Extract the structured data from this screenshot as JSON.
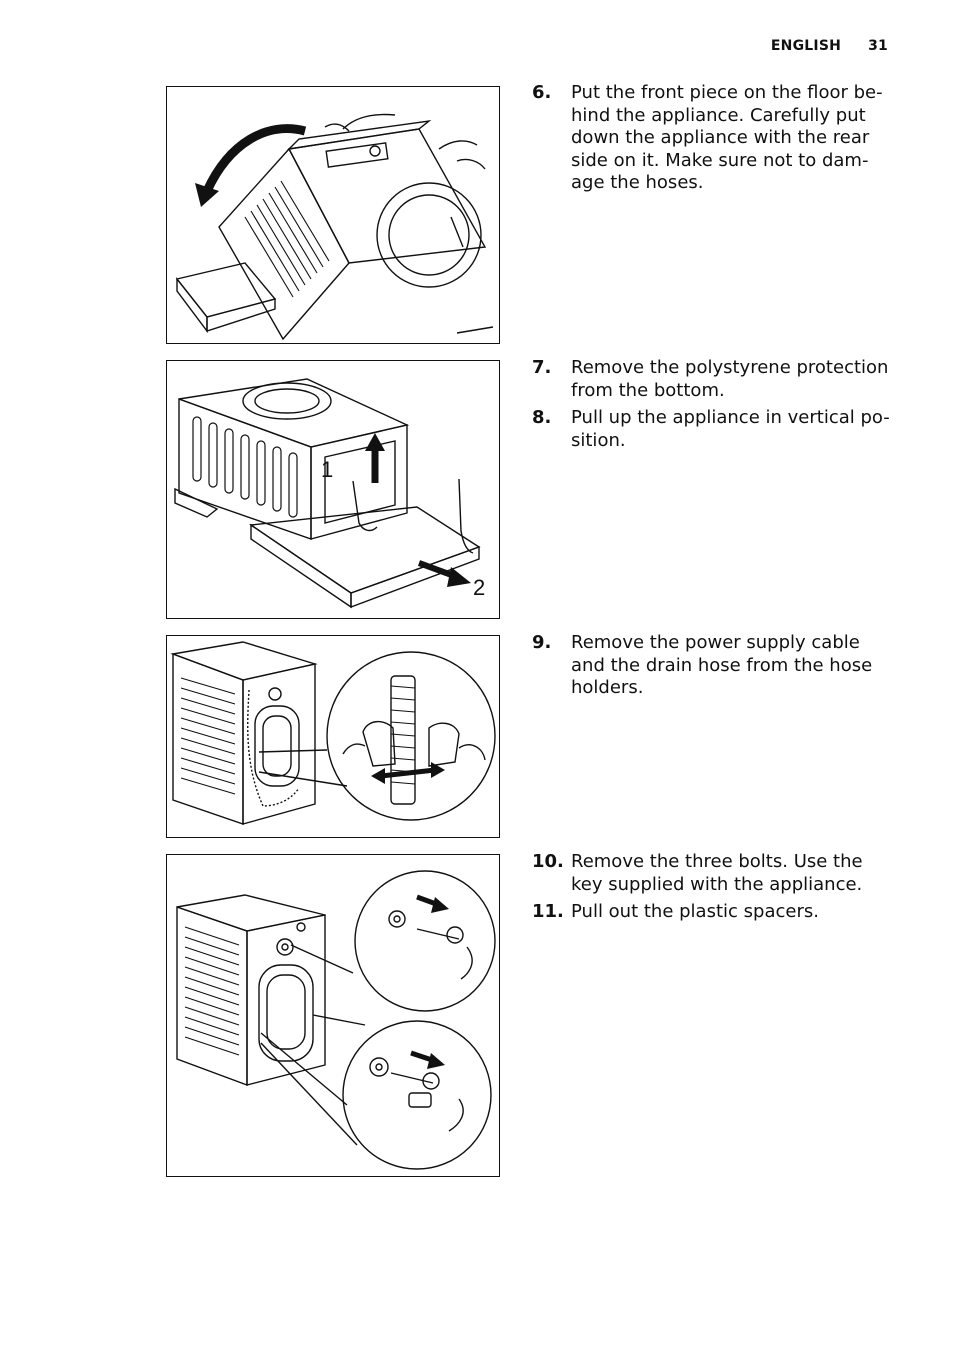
{
  "header": {
    "language": "ENGLISH",
    "page_number": "31"
  },
  "figures": [
    {
      "name": "tilt-appliance-figure"
    },
    {
      "name": "remove-polystyrene-figure",
      "labels": [
        "1",
        "2"
      ]
    },
    {
      "name": "hose-holders-figure"
    },
    {
      "name": "remove-bolts-figure"
    }
  ],
  "steps": [
    {
      "num": "6.",
      "text": "Put the front piece on the floor be-hind the appliance. Carefully put down the appliance with the rear side on it. Make sure not to dam-age the hoses."
    },
    {
      "num": "7.",
      "text": "Remove the polystyrene protection from the bottom."
    },
    {
      "num": "8.",
      "text": "Pull up the appliance in vertical po-sition."
    },
    {
      "num": "9.",
      "text": "Remove the power supply cable and the drain hose from the hose holders."
    },
    {
      "num": "10.",
      "text": "Remove the three bolts. Use the key supplied with the appliance."
    },
    {
      "num": "11.",
      "text": "Pull out the plastic spacers."
    }
  ]
}
